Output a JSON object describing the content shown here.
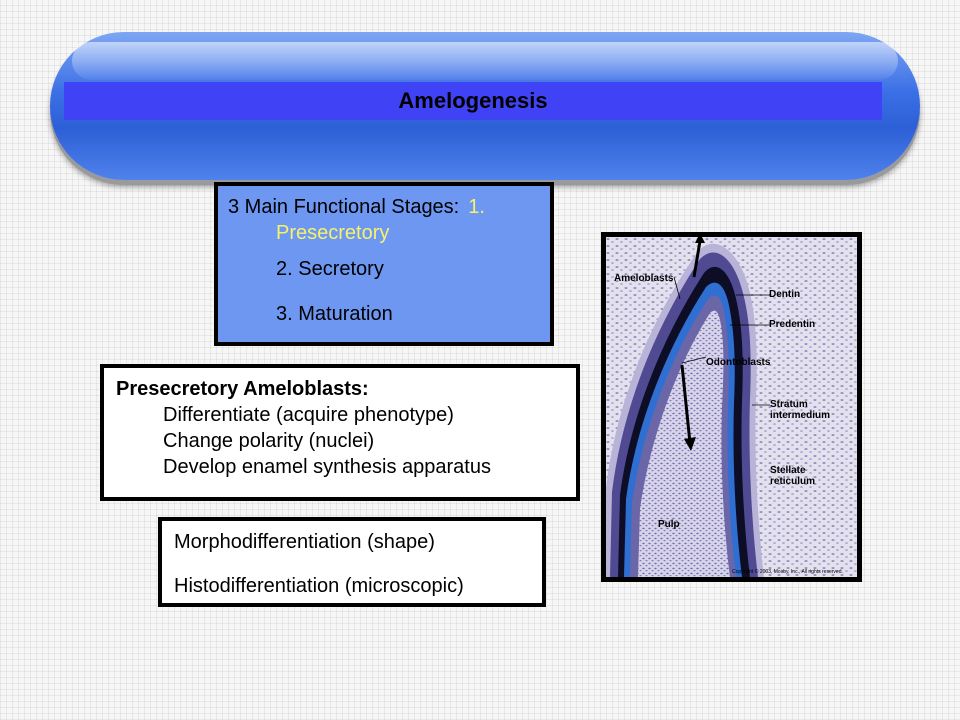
{
  "slide": {
    "title": "Amelogenesis",
    "stages": {
      "lead": "3 Main Functional Stages:",
      "first_num": "1.",
      "first_name": "Presecretory",
      "second": "2. Secretory",
      "third": "3. Maturation"
    },
    "presecretory": {
      "heading": "Presecretory Ameloblasts:",
      "items": [
        "Differentiate (acquire phenotype)",
        "Change polarity (nuclei)",
        "Develop enamel synthesis apparatus"
      ]
    },
    "differentiation": [
      "Morphodifferentiation (shape)",
      "Histodifferentiation (microscopic)"
    ],
    "micrograph": {
      "labels": {
        "ameloblasts": "Ameloblasts",
        "dentin": "Dentin",
        "predentin": "Predentin",
        "odontoblasts": "Odontoblasts",
        "stratum": "Stratum",
        "intermedium": "intermedium",
        "stellate": "Stellate",
        "reticulum": "reticulum",
        "pulp": "Pulp"
      },
      "copyright": "Copyright © 2003, Mosby, Inc., All rights reserved."
    },
    "colors": {
      "title_bar": "#3f43f5",
      "stages_box": "#6e97f2",
      "highlight_text": "#f5f36a"
    }
  }
}
